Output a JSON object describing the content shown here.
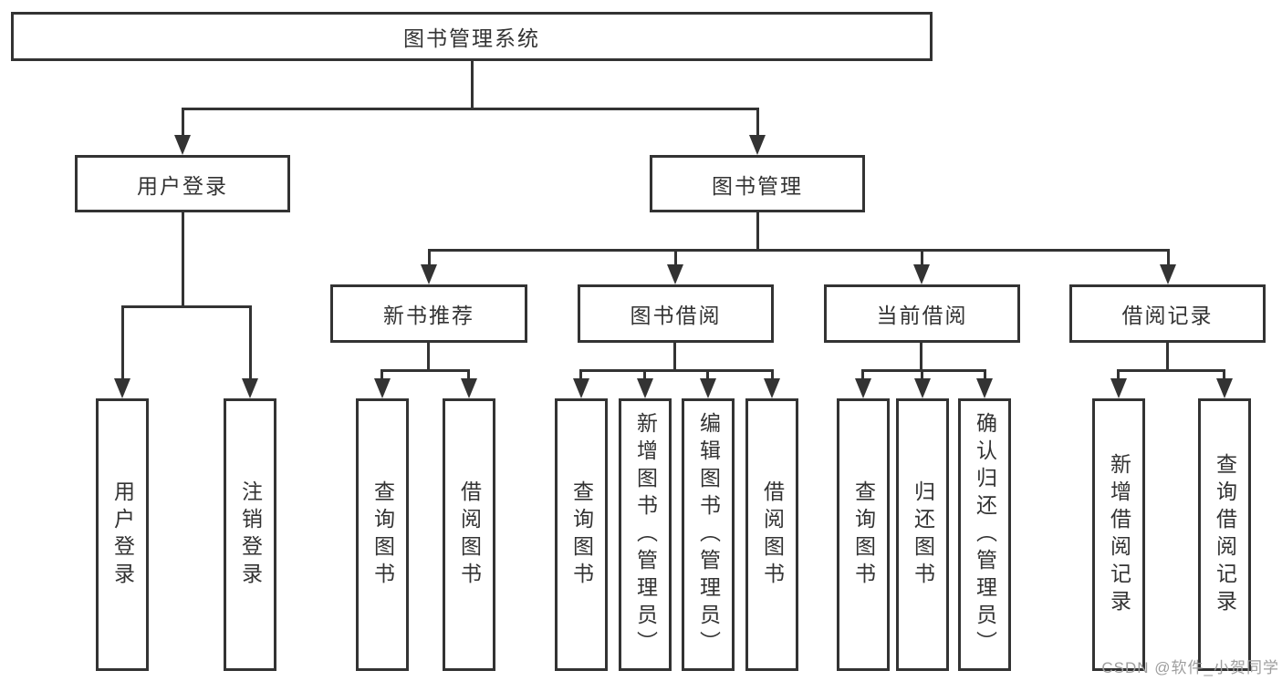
{
  "tree": {
    "label": "图书管理系统",
    "children": [
      {
        "label": "用户登录",
        "children": [
          {
            "label": "用户登录"
          },
          {
            "label": "注销登录"
          }
        ]
      },
      {
        "label": "图书管理",
        "children": [
          {
            "label": "新书推荐",
            "children": [
              {
                "label": "查询图书"
              },
              {
                "label": "借阅图书"
              }
            ]
          },
          {
            "label": "图书借阅",
            "children": [
              {
                "label": "查询图书"
              },
              {
                "label": "新增图书（管理员）"
              },
              {
                "label": "编辑图书（管理员）"
              },
              {
                "label": "借阅图书"
              }
            ]
          },
          {
            "label": "当前借阅",
            "children": [
              {
                "label": "查询图书"
              },
              {
                "label": "归还图书"
              },
              {
                "label": "确认归还（管理员）"
              }
            ]
          },
          {
            "label": "借阅记录",
            "children": [
              {
                "label": "新增借阅记录"
              },
              {
                "label": "查询借阅记录"
              }
            ]
          }
        ]
      }
    ]
  },
  "watermark": "CSDN @软件_小贺同学",
  "colors": {
    "line": "#333333",
    "text": "#333333",
    "watermark": "#9e9e9e",
    "background": "#ffffff"
  }
}
